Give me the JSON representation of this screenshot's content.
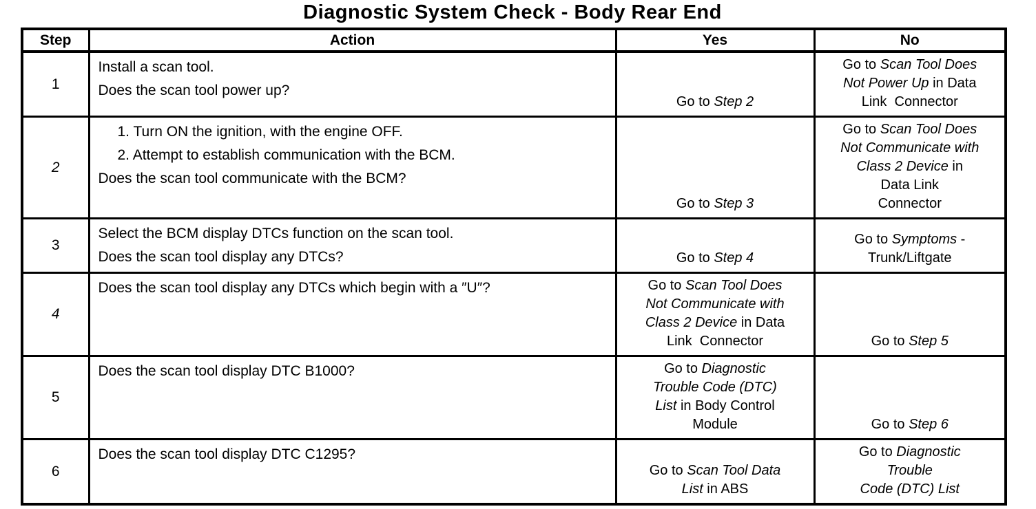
{
  "page": {
    "title": "Diagnostic System Check - Body Rear End"
  },
  "colors": {
    "ink": "#000000",
    "paper": "#ffffff"
  },
  "table": {
    "headers": [
      "Step",
      "Action",
      "Yes",
      "No"
    ],
    "rows": [
      {
        "step": {
          "text": "1",
          "italic": false
        },
        "action": [
          {
            "text": "Install a scan tool."
          },
          {
            "text": "Does the scan tool power up?"
          }
        ],
        "yes": [
          [
            {
              "t": "Go to "
            },
            {
              "t": "Step 2",
              "i": true
            }
          ]
        ],
        "no": [
          [
            {
              "t": "Go to "
            },
            {
              "t": "Scan Tool Does",
              "i": true
            }
          ],
          [
            {
              "t": "Not Power Up",
              "i": true
            },
            {
              "t": " in Data"
            }
          ],
          [
            {
              "t": "Link  Connector"
            }
          ]
        ]
      },
      {
        "step": {
          "text": "2",
          "italic": true
        },
        "action": [
          {
            "text": "1. Turn ON the ignition, with the engine OFF.",
            "indent": true
          },
          {
            "text": "2. Attempt to establish communication with the BCM.",
            "indent": true
          },
          {
            "text": "Does the scan tool communicate with the BCM?"
          }
        ],
        "yes": [
          [
            {
              "t": "Go to "
            },
            {
              "t": "Step 3",
              "i": true
            }
          ]
        ],
        "no": [
          [
            {
              "t": "Go to "
            },
            {
              "t": "Scan Tool Does",
              "i": true
            }
          ],
          [
            {
              "t": "Not Communicate with",
              "i": true
            }
          ],
          [
            {
              "t": "Class 2 Device",
              "i": true
            },
            {
              "t": " in"
            }
          ],
          [
            {
              "t": "Data Link"
            }
          ],
          [
            {
              "t": "Connector"
            }
          ]
        ]
      },
      {
        "step": {
          "text": "3",
          "italic": false
        },
        "action": [
          {
            "text": "Select the BCM display DTCs function on the scan tool."
          },
          {
            "text": "Does the scan tool display any DTCs?"
          }
        ],
        "yes": [
          [
            {
              "t": "Go to "
            },
            {
              "t": "Step 4",
              "i": true
            }
          ]
        ],
        "no": [
          [
            {
              "t": "Go to "
            },
            {
              "t": "Symptoms",
              "i": true
            },
            {
              "t": " -"
            }
          ],
          [
            {
              "t": "Trunk/Liftgate"
            }
          ]
        ]
      },
      {
        "step": {
          "text": "4",
          "italic": true
        },
        "action": [
          {
            "text": "Does the scan tool display any DTCs which begin with a ″U″?"
          }
        ],
        "yes": [
          [
            {
              "t": "Go to "
            },
            {
              "t": "Scan Tool Does",
              "i": true
            }
          ],
          [
            {
              "t": "Not Communicate with",
              "i": true
            }
          ],
          [
            {
              "t": "Class 2 Device",
              "i": true
            },
            {
              "t": " in Data"
            }
          ],
          [
            {
              "t": "Link  Connector"
            }
          ]
        ],
        "no": [
          [
            {
              "t": "Go to "
            },
            {
              "t": "Step 5",
              "i": true
            }
          ]
        ]
      },
      {
        "step": {
          "text": "5",
          "italic": false
        },
        "action": [
          {
            "text": "Does the scan tool display DTC B1000?"
          }
        ],
        "yes": [
          [
            {
              "t": "Go to "
            },
            {
              "t": "Diagnostic",
              "i": true
            }
          ],
          [
            {
              "t": "Trouble Code (DTC)",
              "i": true
            }
          ],
          [
            {
              "t": "List",
              "i": true
            },
            {
              "t": " in Body Control"
            }
          ],
          [
            {
              "t": "Module"
            }
          ]
        ],
        "no": [
          [
            {
              "t": "Go to "
            },
            {
              "t": "Step 6",
              "i": true
            }
          ]
        ]
      },
      {
        "step": {
          "text": "6",
          "italic": false
        },
        "action": [
          {
            "text": "Does the scan tool display DTC C1295?"
          }
        ],
        "yes": [
          [
            {
              "t": "Go to "
            },
            {
              "t": "Scan Tool Data",
              "i": true
            }
          ],
          [
            {
              "t": "List",
              "i": true
            },
            {
              "t": " in ABS"
            }
          ]
        ],
        "no": [
          [
            {
              "t": "Go to "
            },
            {
              "t": "Diagnostic",
              "i": true
            }
          ],
          [
            {
              "t": "Trouble",
              "i": true
            }
          ],
          [
            {
              "t": "Code (DTC) List",
              "i": true
            }
          ]
        ]
      }
    ]
  }
}
